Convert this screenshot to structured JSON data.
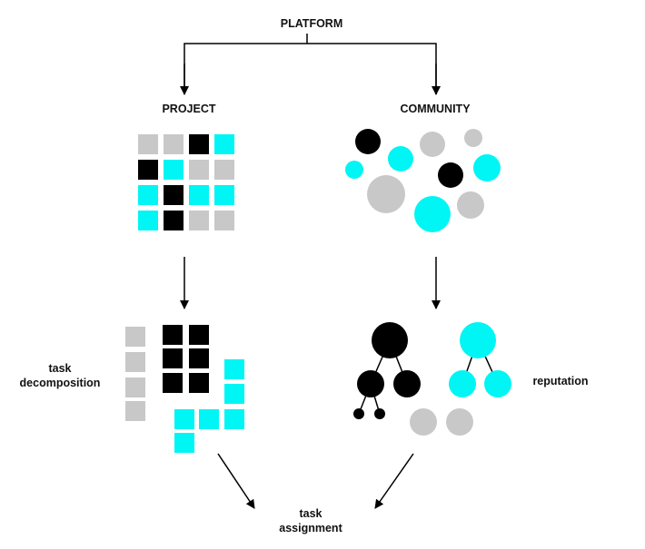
{
  "colors": {
    "gray": "#c8c8c8",
    "black": "#000000",
    "cyan": "#00f5f5",
    "line": "#000000"
  },
  "labels": {
    "platform": "PLATFORM",
    "project": "PROJECT",
    "community": "COMMUNITY",
    "task_decomposition": [
      "task",
      "decomposition"
    ],
    "reputation": "reputation",
    "task_assignment": [
      "task",
      "assignment"
    ]
  },
  "project_grid": [
    [
      "gray",
      "gray",
      "black",
      "cyan"
    ],
    [
      "black",
      "cyan",
      "gray",
      "gray"
    ],
    [
      "cyan",
      "black",
      "cyan",
      "cyan"
    ],
    [
      "cyan",
      "black",
      "gray",
      "gray"
    ]
  ],
  "community_circle_colors": [
    "black",
    "cyan",
    "gray",
    "gray",
    "cyan",
    "black",
    "cyan",
    "gray",
    "cyan",
    "gray"
  ],
  "decomposition_group_colors": [
    "gray",
    "black",
    "cyan"
  ],
  "reputation_tree_colors": [
    "black",
    "cyan",
    "gray"
  ]
}
